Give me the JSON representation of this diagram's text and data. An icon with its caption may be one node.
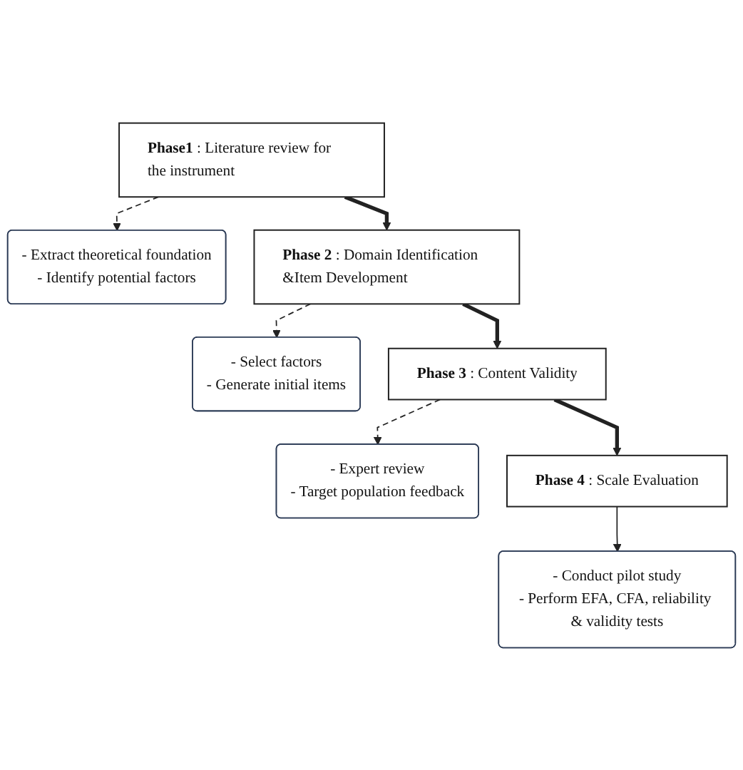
{
  "diagram": {
    "nodes": [
      {
        "text": [
          "**Phase1** : Literature review for the instrument"
        ]
      },
      {
        "text": [
          "- Extract theoretical foundation",
          "- Identify potential factors"
        ]
      },
      {
        "text": [
          "**Phase 2** : Domain Identification &Item Development"
        ]
      },
      {
        "text": [
          "- Select factors",
          "- Generate initial items"
        ]
      },
      {
        "text": [
          "**Phase 3** : Content Validity"
        ]
      },
      {
        "text": [
          "- Expert review",
          "- Target population feedback"
        ]
      },
      {
        "text": [
          "**Phase 4** : Scale Evaluation"
        ]
      },
      {
        "text": [
          "- Conduct pilot study",
          "- Perform EFA, CFA, reliability & validity tests"
        ]
      }
    ],
    "edges": [
      {
        "from": 0,
        "to": 1,
        "arrow": "to",
        "style": "dashed"
      },
      {
        "from": 0,
        "to": 2,
        "arrow": "to",
        "style": "thick"
      },
      {
        "from": 2,
        "to": 3,
        "arrow": "to",
        "style": "dashed"
      },
      {
        "from": 2,
        "to": 4,
        "arrow": "to",
        "style": "thick"
      },
      {
        "from": 4,
        "to": 5,
        "arrow": "to",
        "style": "dashed"
      },
      {
        "from": 4,
        "to": 6,
        "arrow": "to",
        "style": "thick"
      },
      {
        "from": 6,
        "to": 7,
        "arrow": "to"
      }
    ]
  }
}
